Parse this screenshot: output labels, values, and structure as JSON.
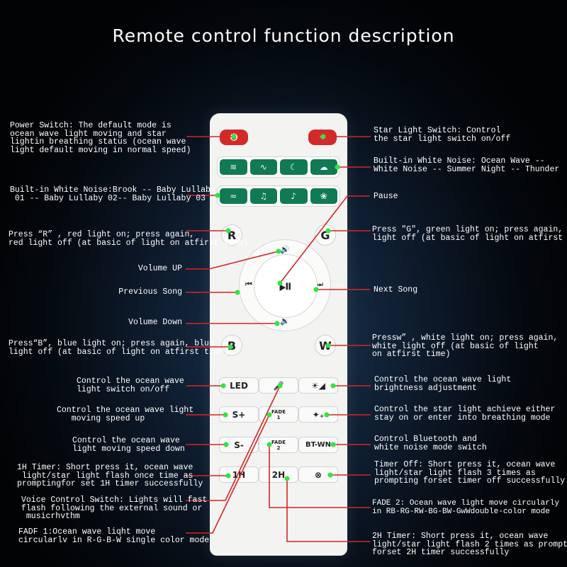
{
  "title": "Remote control function description",
  "remote": {
    "r": "R",
    "g": "G",
    "b": "B",
    "w": "W",
    "led": "LED",
    "s_plus": "S+",
    "s_minus": "S-",
    "fade": "FADE",
    "fade1_num": "1",
    "fade2_num": "2",
    "bt_wn": "BT-WN",
    "h1": "1H",
    "h2": "2H"
  },
  "labels": {
    "power": "Power Switch: The default mode is\nocean wave light moving and star\nlightin breathing status (ocean wave\nlight default moving in normal speed)",
    "noise2": "Built-in White Noise:Brook -- Baby Lullaby\n 01 -- Baby Lullaby 02-- Baby Lullaby 03",
    "r": "Press “R” , red light on; press again,\nred light off (at basic of light on atfirst time)",
    "volume_up": "Volume UP",
    "previous": "Previous Song",
    "volume_down": "Volume Down",
    "b": "Press“B”, blue light on; press again, blue\nlight off (at basic of light on atfirst time)",
    "led": "Control the ocean wave\nlight switch on/off",
    "speed_up": "Control the ocean wave light\n   moving speed up",
    "speed_down": "Control the ocean wave\nlight moving speed down",
    "timer_1h": "1H Timer: Short press it, ocean wave\n light/star light flash once time as\npromptingfor set 1H timer successfully",
    "voice": "Voice Control Switch: Lights will fast\nflash following the external sound or\n musicrhvthm",
    "fade1": "FADF 1:Ocean wave liqht move\ncircularlv in R-G-B-W single color mode",
    "star": "Star Light Switch: Control\nthe star light switch on/off",
    "noise1": "Built-in White Noise: Ocean Wave --\nWhite Noise -- Summer Night -- Thunder",
    "pause": "Pause",
    "g": "Press \"G\", green light on; press again, green\nlight off (at basic of light on atfirst time)",
    "next": "Next Song",
    "w": "Pressw” , white light on; press again,\nwhite light off (at basic of light\non atfirst time)",
    "brightness": "Control the ocean wave light\nbrightness adjustment",
    "breathing": "Control the star light achieve either\nstay on or enter into breathing mode",
    "bt_wn": "Control Bluetooth and\nwhite noise mode switch",
    "timer_off": "Timer Off: Short press it, ocean wave\nlight/star light flash 3 times as\nprompting forset timer off successfully.",
    "fade2": "FADE 2: Ocean wave light move circularly\nin RB-RG-RW-BG-BW-GwWdouble-color mode",
    "timer_2h": "2H Timer: Short press it, ocean wave\nlight/star light flash 2 times as prompting\nforset 2H timer successfully"
  },
  "colors": {
    "background": "#0d1b2c",
    "callout_line": "#d42525",
    "callout_dot": "#2ee63e",
    "power_button": "#d22a2a",
    "noise_button": "#0f7a54"
  }
}
